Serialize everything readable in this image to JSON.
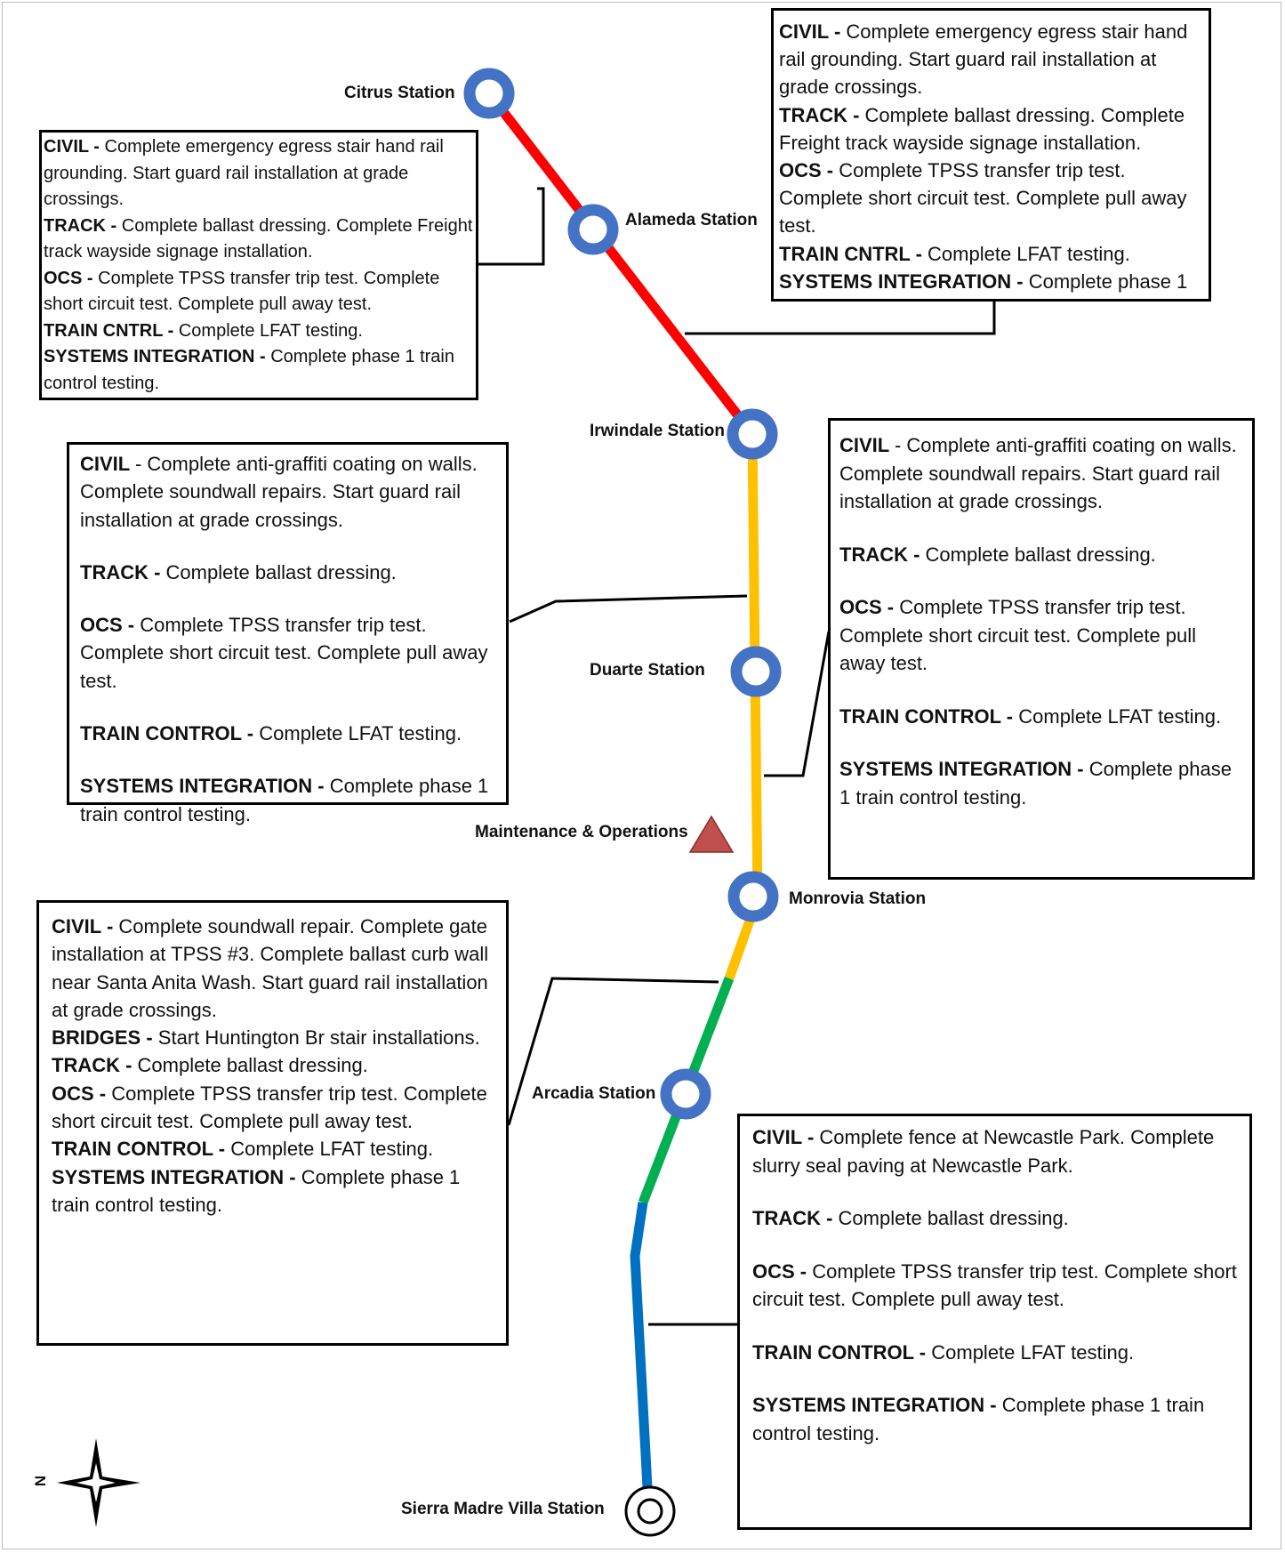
{
  "stations": {
    "citrus": "Citrus Station",
    "alameda": "Alameda Station",
    "irwindale": "Irwindale Station",
    "duarte": "Duarte Station",
    "maintenance": "Maintenance & Operations",
    "monrovia": "Monrovia Station",
    "arcadia": "Arcadia Station",
    "sierra_madre": "Sierra Madre Villa Station"
  },
  "compass": {
    "label": "N"
  },
  "colors": {
    "red": "#ff0000",
    "yellow": "#ffc000",
    "green": "#00b050",
    "blue": "#0070c0",
    "station_marker": "#4472c4",
    "maintenance_marker": "#c0504d"
  },
  "boxes": {
    "alameda_left": [
      {
        "section": "CIVIL - ",
        "text": "Complete emergency egress stair hand rail grounding.  Start guard rail installation at grade crossings."
      },
      {
        "section": "TRACK - ",
        "text": "Complete ballast dressing.  Complete Freight track wayside signage installation."
      },
      {
        "section": "OCS  - ",
        "text": "Complete TPSS transfer trip test.  Complete short circuit test.  Complete pull away test."
      },
      {
        "section": "TRAIN CNTRL - ",
        "text": "Complete LFAT testing."
      },
      {
        "section": "SYSTEMS INTEGRATION - ",
        "text": "Complete phase 1 train control testing."
      }
    ],
    "alameda_right": [
      {
        "section": "CIVIL - ",
        "text": "Complete emergency egress stair hand rail grounding.  Start guard rail installation at grade crossings."
      },
      {
        "section": "TRACK - ",
        "text": "Complete ballast dressing.  Complete Freight track wayside signage installation."
      },
      {
        "section": "OCS  - ",
        "text": "Complete TPSS transfer trip test.  Complete short circuit test.  Complete pull away test."
      },
      {
        "section": "TRAIN CNTRL - ",
        "text": "Complete LFAT testing."
      },
      {
        "section": "SYSTEMS INTEGRATION - ",
        "text": "Complete phase 1"
      }
    ],
    "duarte_left": [
      {
        "section": "CIVIL ",
        "text": " - Complete anti-graffiti coating on walls.  Complete soundwall repairs.  Start guard rail installation at grade crossings."
      },
      {
        "section": "TRACK - ",
        "text": "Complete ballast dressing."
      },
      {
        "section": "OCS - ",
        "text": "Complete TPSS transfer trip test.  Complete short circuit test.  Complete pull away test."
      },
      {
        "section": "TRAIN CONTROL - ",
        "text": "Complete LFAT testing."
      },
      {
        "section": "SYSTEMS INTEGRATION - ",
        "text": "Complete phase 1 train control testing."
      }
    ],
    "duarte_right": [
      {
        "section": "CIVIL ",
        "text": " - Complete anti-graffiti coating on walls.  Complete soundwall repairs.  Start guard rail installation at grade crossings."
      },
      {
        "section": "TRACK - ",
        "text": "Complete ballast dressing."
      },
      {
        "section": "OCS - ",
        "text": "Complete TPSS transfer trip test.  Complete short circuit test.  Complete pull away test."
      },
      {
        "section": "TRAIN CONTROL - ",
        "text": "Complete LFAT testing."
      },
      {
        "section": "SYSTEMS INTEGRATION - ",
        "text": "Complete phase 1 train control testing."
      }
    ],
    "arcadia_left": [
      {
        "section": "CIVIL - ",
        "text": "Complete soundwall repair.  Complete gate installation at TPSS #3.  Complete ballast curb wall near Santa Anita Wash.  Start guard rail installation at grade crossings."
      },
      {
        "section": "BRIDGES - ",
        "text": "Start Huntington Br stair installations."
      },
      {
        "section": "TRACK - ",
        "text": "Complete ballast dressing."
      },
      {
        "section": "OCS - ",
        "text": "Complete TPSS transfer trip test.  Complete short circuit test.  Complete pull away test."
      },
      {
        "section": "TRAIN CONTROL - ",
        "text": "Complete LFAT testing."
      },
      {
        "section": "SYSTEMS INTEGRATION - ",
        "text": "Complete phase 1 train control testing."
      }
    ],
    "sierra_right": [
      {
        "section": "CIVIL - ",
        "text": "Complete fence at Newcastle Park.  Complete slurry seal paving at Newcastle Park."
      },
      {
        "section": "TRACK - ",
        "text": "Complete ballast dressing."
      },
      {
        "section": "OCS - ",
        "text": "Complete TPSS transfer trip test.  Complete short circuit test.  Complete pull away test."
      },
      {
        "section": "TRAIN CONTROL - ",
        "text": "Complete LFAT testing."
      },
      {
        "section": "SYSTEMS INTEGRATION - ",
        "text": "Complete phase 1 train control testing."
      }
    ]
  }
}
